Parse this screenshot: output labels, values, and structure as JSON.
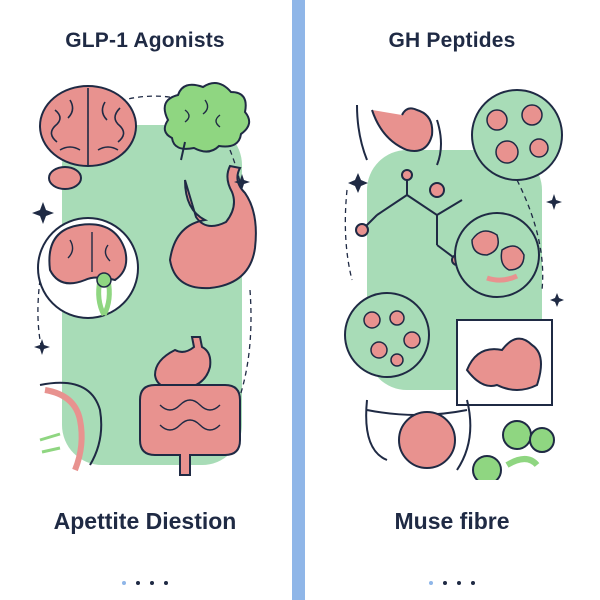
{
  "left_panel": {
    "title": "GLP-1 Agonists",
    "caption": "Apettite Diestion",
    "dots_total": 4,
    "active_dot": 0
  },
  "right_panel": {
    "title": "GH Peptides",
    "caption": "Muse fibre",
    "dots_total": 4,
    "active_dot": 0
  },
  "colors": {
    "ink": "#1f2a44",
    "accent_blue": "#8fb6e8",
    "mint": "#a8dcb7",
    "pink": "#e8928f",
    "green": "#8fd681"
  },
  "icons": [
    "brain-icon",
    "gut-brain-icon",
    "stomach-icon",
    "intestines-icon",
    "cell-cluster-icon",
    "molecule-icon",
    "muscle-arm-icon"
  ]
}
